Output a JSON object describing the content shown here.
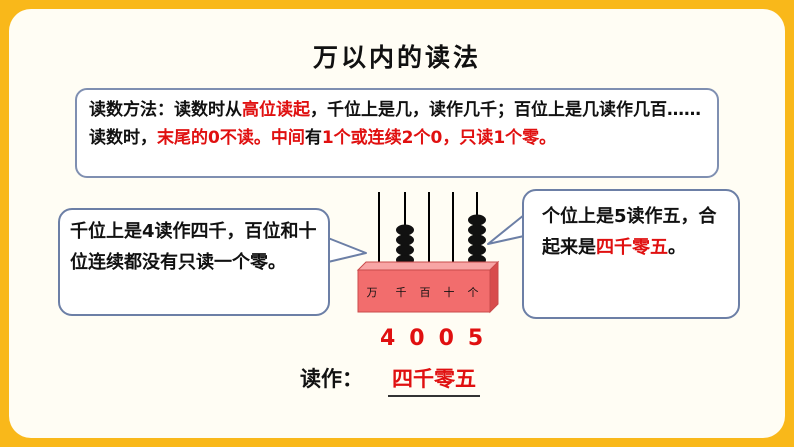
{
  "title": "万以内的读法",
  "method": {
    "seg1": "读数方法：读数时从",
    "seg2": "高位读起",
    "seg3": "，千位上是几，读作几千；百位上是几读作几百……读数时，",
    "seg4": "末尾的0不读。中间",
    "seg5": "有",
    "seg6": "1个或连续2个0，只读1个零。"
  },
  "left_bubble": {
    "text": "千位上是4读作四千，百位和十位连续都没有只读一个零。"
  },
  "right_bubble": {
    "text_a": "个位上是5读作五，合起来是",
    "text_b": "四千零五",
    "text_c": "。"
  },
  "abacus": {
    "place_labels": [
      "万",
      "千",
      "百",
      "十",
      "个"
    ],
    "bead_counts": [
      0,
      4,
      0,
      0,
      5
    ]
  },
  "number": "4005",
  "read": {
    "label": "读作：",
    "value": "四千零五"
  },
  "colors": {
    "frame": "#f9b81a",
    "highlight": "#e01010",
    "base_box": "#f26d6d"
  }
}
